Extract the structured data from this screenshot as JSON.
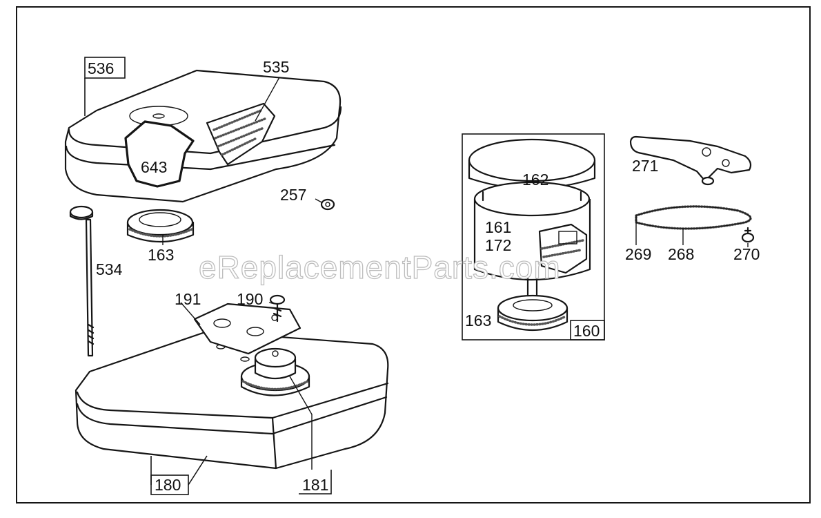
{
  "watermark": "eReplacementParts.com",
  "parts": {
    "p536": "536",
    "p535": "535",
    "p643": "643",
    "p257": "257",
    "p163a": "163",
    "p534": "534",
    "p191": "191",
    "p190": "190",
    "p180": "180",
    "p181": "181",
    "p162": "162",
    "p161": "161",
    "p172": "172",
    "p163b": "163",
    "p160": "160",
    "p271": "271",
    "p269": "269",
    "p268": "268",
    "p270": "270"
  }
}
